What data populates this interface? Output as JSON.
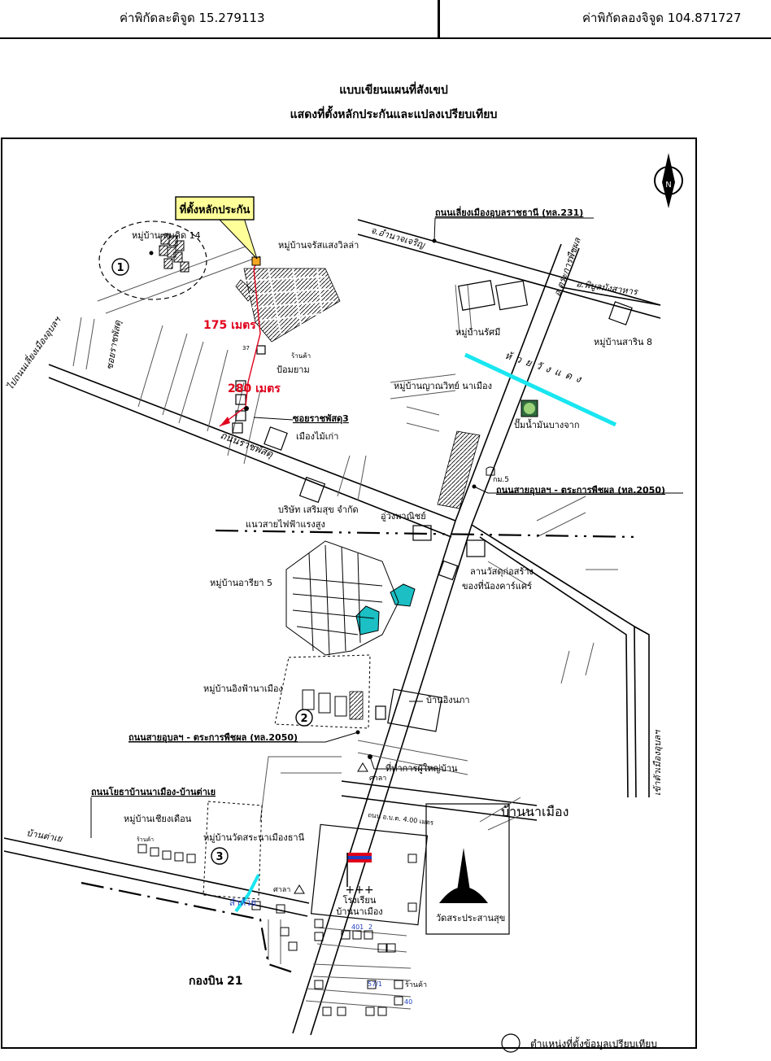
{
  "header": {
    "latitude": "ค่าพิกัดละติจูด 15.279113",
    "longitude": "ค่าพิกัดลองจิจูด 104.871727"
  },
  "title": {
    "line1": "แบบเขียนแผนที่สังเขป",
    "line2": "แสดงที่ตั้งหลักประกันและแปลงเปรียบเทียบ"
  },
  "map": {
    "collateral_callout": "ที่ตั้งหลักประกัน",
    "distance_1": "175 เมตร",
    "distance_2": "280 เมตร",
    "markers": [
      "1",
      "2",
      "3"
    ],
    "roads": {
      "ring_road": "ถนนเลี่ยงเมืองอุบลราชธานี (ทล.231)",
      "to_amnat": "จ.อำนาจเจริญ",
      "to_trakan": "อ.ตระการพืชผล",
      "to_phibun": "อ.พิบูลมังสาหาร",
      "ratchaphatsadu": "ถนนราชพัสดุ",
      "soi_ratchaphatsadu": "ซอยราชพัสดุ",
      "soi_ratchaphatsadu3": "ซอยราชพัสดุ3",
      "to_ring_left": "ไปถนนเลี่ยงเมืองอุบลฯ",
      "ubon_trakan_upper": "ถนนสายอุบลฯ - ตระการพืชผล (ทล.2050)",
      "ubon_trakan_lower": "ถนนสายอุบลฯ - ตระการพืชผล (ทล.2050)",
      "yotha_road": "ถนนโยธาบ้านนาเมือง-บ้านต่าเย",
      "to_ban_taye": "บ้านต่าเย",
      "obt_road": "ถนน อ.บ.ต. 4.00 เมตร",
      "to_city": "เข้าตัวเมืองอุบลฯ",
      "power_line": "แนวสายไฟฟ้าแรงสูง"
    },
    "places": {
      "ban_somkit": "หมู่บ้าน สมคิด 14",
      "ban_charat": "หมู่บ้านจรัสแสงวิลล่า",
      "shop_1": "ร้านค้า",
      "guard_post": "ป้อมยาม",
      "old_wood": "เมืองไม้เก่า",
      "ban_ratsami": "หมู่บ้านรัศมี",
      "ban_sarin": "หมู่บ้านสาริน 8",
      "huai_wang_daeng": "ห้วยวังแดง",
      "ban_yanawit": "หมู่บ้านญาณวิทย์ นาเมือง",
      "gas_station": "ปั๊มน้ำมันบางจาก",
      "km_5": "กม.5",
      "company": "บริษัท เสริมสุข จำกัด",
      "garage": "อู่วงพาณิชย์",
      "construction_yard": "ลานวัสดุก่อสร้าง",
      "nong_care": "ของที่น้องคาร์แคร์",
      "ban_ariya": "หมู่บ้านอารียา 5",
      "ban_ingfa": "หมู่บ้านอิงฟ้านาเมือง",
      "ban_ingnapa": "บ้านอิงนภา",
      "headman_office": "ที่ทำการผู้ใหญ่บ้าน",
      "sala_1": "ศาลา",
      "ban_na_mueang": "บ้านนาเมือง",
      "ban_chiang_duean": "หมู่บ้านเชียงเดือน",
      "shop_2": "ร้านค้า",
      "ban_wat_sa": "หมู่บ้านวัดสระนาเมืองธานี",
      "sala_2": "ศาลา",
      "lam_huai": "ลำห้วย",
      "school": "โรงเรียน บ้านนาเมือง",
      "school_line1": "โรงเรียน",
      "school_line2": "บ้านนาเมือง",
      "temple": "วัดสระประสานสุข",
      "house_401": "401",
      "house_2": "2",
      "house_57": "57/1",
      "shop_3": "ร้านค้า",
      "house_40": "40",
      "house_37": "37",
      "air_base": "กองบิน 21"
    },
    "compass": "N",
    "legend": "ตำแหน่งที่ตั้งข้อมูลเปรียบเทียบ",
    "colors": {
      "stream": "#19e6f0",
      "pond": "#1bbfc4",
      "distance_text": "#e0001b",
      "callout_fill": "#ffff99",
      "route": "#e0001b",
      "house_number": "#1f3fc2"
    }
  }
}
